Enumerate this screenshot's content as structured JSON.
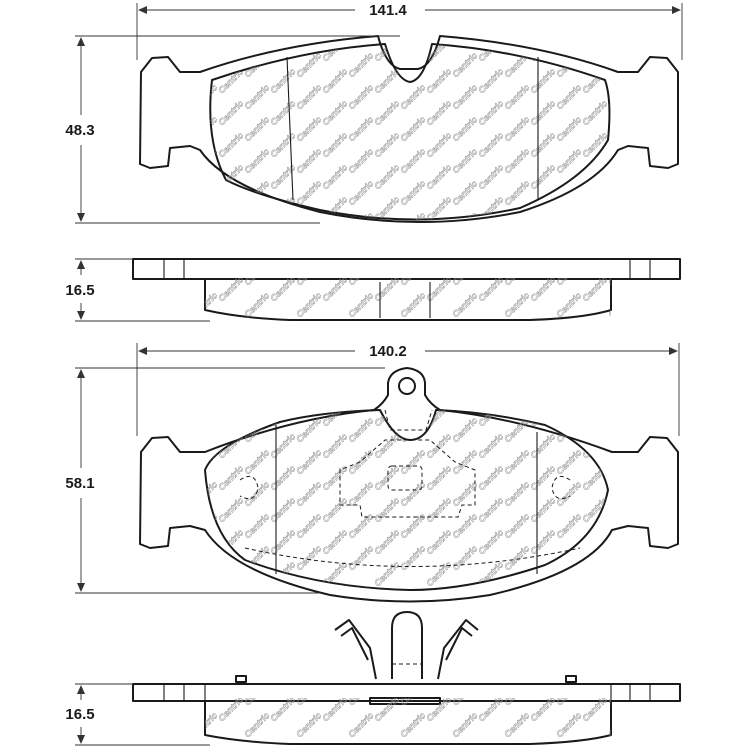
{
  "dimensions": {
    "top_pad_width": "141.4",
    "top_pad_height": "48.3",
    "top_pad_thickness": "16.5",
    "bottom_pad_width": "140.2",
    "bottom_pad_height": "58.1",
    "bottom_pad_thickness": "16.5"
  },
  "watermark": {
    "brand": "Centric"
  },
  "colors": {
    "line": "#1a1a1a",
    "watermark": "#8a8a8a",
    "background": "#ffffff"
  }
}
